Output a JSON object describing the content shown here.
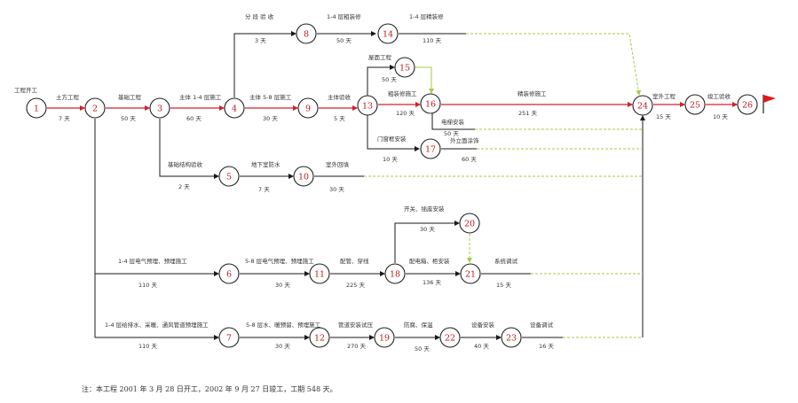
{
  "nodes": [
    {
      "id": "n1",
      "label": "1"
    },
    {
      "id": "n2",
      "label": "2"
    },
    {
      "id": "n3",
      "label": "3"
    },
    {
      "id": "n4",
      "label": "4"
    },
    {
      "id": "n5",
      "label": "5"
    },
    {
      "id": "n6",
      "label": "6"
    },
    {
      "id": "n7",
      "label": "7"
    },
    {
      "id": "n8",
      "label": "8"
    },
    {
      "id": "n9",
      "label": "9"
    },
    {
      "id": "n10",
      "label": "10"
    },
    {
      "id": "n11",
      "label": "11"
    },
    {
      "id": "n12",
      "label": "12"
    },
    {
      "id": "n13",
      "label": "13"
    },
    {
      "id": "n14",
      "label": "14"
    },
    {
      "id": "n15",
      "label": "15"
    },
    {
      "id": "n16",
      "label": "16"
    },
    {
      "id": "n17",
      "label": "17"
    },
    {
      "id": "n18",
      "label": "18"
    },
    {
      "id": "n19",
      "label": "19"
    },
    {
      "id": "n20",
      "label": "20"
    },
    {
      "id": "n21",
      "label": "21"
    },
    {
      "id": "n22",
      "label": "22"
    },
    {
      "id": "n23",
      "label": "23"
    },
    {
      "id": "n24",
      "label": "24"
    },
    {
      "id": "n25",
      "label": "25"
    },
    {
      "id": "n26",
      "label": "26"
    }
  ],
  "labels": {
    "start": "工程开工",
    "a12": "土方工程",
    "d12": "7 天",
    "a23": "基础工程",
    "d23": "50 天",
    "a34": "主体 1-4 层施工",
    "d34": "60 天",
    "a49": "主体 5-8 层施工",
    "d49": "30 天",
    "a913": "主体验收",
    "d913": "5 天",
    "a48": "分 段 验 收",
    "d48": "3 天",
    "a814": "1-4 层粗装修",
    "d814": "50 天",
    "a14end": "1-4 层精装修",
    "d14end": "110 天",
    "a1315": "屋面工程",
    "d1315": "50 天",
    "a1316": "粗装修施工",
    "d1316": "120 天",
    "a1624": "精装修施工",
    "d1624": "251 天",
    "a16b": "电梯安装",
    "d16b": "50 天",
    "a1317": "门窗框安装",
    "d1317": "10 天",
    "a17end": "外立面涂饰",
    "d17end": "60 天",
    "a2425": "室外工程",
    "d2425": "15 天",
    "a2526": "竣工验收",
    "d2526": "10 天",
    "a35": "基础结构验收",
    "d35": "2 天",
    "a510": "地下室防水",
    "d510": "7 天",
    "a10end": "室外回填",
    "d10end": "30 天",
    "a26": "1-4 层电气预埋、预埋施工",
    "d26": "110 天",
    "a611": "5-8 层电气预埋、预埋施工",
    "d611": "30 天",
    "a1118": "配管、穿线",
    "d1118": "225 天",
    "a1820": "开关、插座安装",
    "d1820": "30 天",
    "a1821": "配电箱、柜安装",
    "d1821": "136 天",
    "a21end": "系统调试",
    "d21end": "15 天",
    "a27": "1-4 层给排水、采暖、通风管道预埋施工",
    "d27": "110 天",
    "a712": "5-8 层水、暖预留、预埋施工",
    "d712": "30 天",
    "a1219": "管道安装试压",
    "d1219": "270 天",
    "a1922": "防腐、保温",
    "d1922": "50 天",
    "a2223": "设备安装",
    "d2223": "40 天",
    "a23end": "设备调试",
    "d23end": "16 天"
  },
  "note": "注：本工程 2001 年 3 月 28 日开工，2002 年 9 月 27 日竣工，工期 548 天。",
  "colors": {
    "critical": "#d42027",
    "normal": "#1a1a1a",
    "dummy": "#a8c94a",
    "node_number": "#c0151b"
  }
}
